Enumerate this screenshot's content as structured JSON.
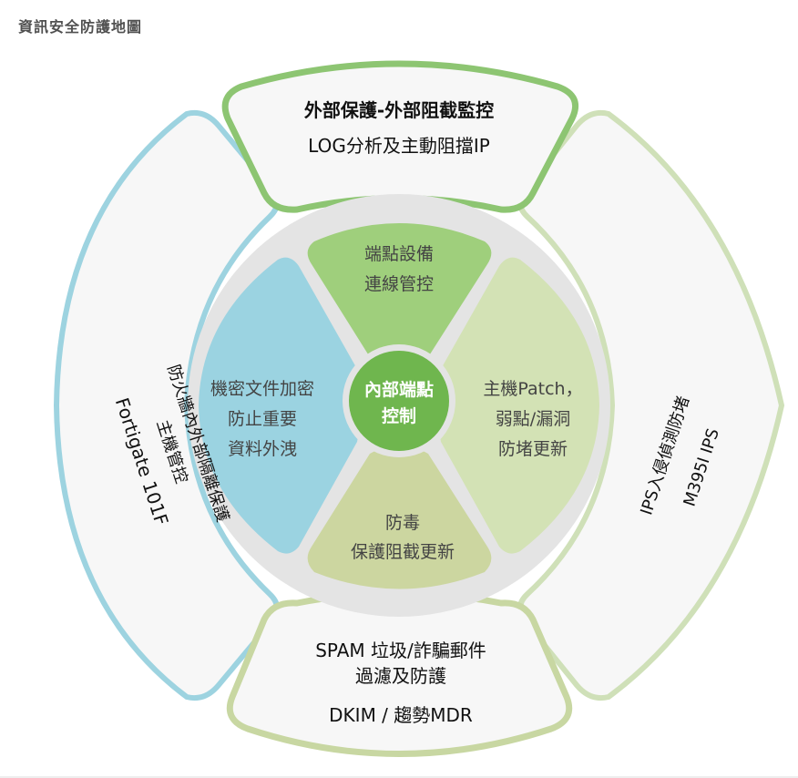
{
  "page": {
    "title": "資訊安全防護地圖"
  },
  "colors": {
    "top_ring": "#8dc572",
    "left_ring": "#9dd3e0",
    "right_ring": "#cfe0b8",
    "bottom_ring": "#c8d7a2",
    "ring_fill": "#f7f7f7",
    "petal_top": "#9fcf7c",
    "petal_left": "#9bd3e1",
    "petal_right": "#d3e2b5",
    "petal_bottom": "#ccd6a0",
    "center": "#6fb64e",
    "gap": "#e4e4e4"
  },
  "outer": {
    "top": {
      "line1": "外部保護-外部阻截監控",
      "line2": "LOG分析及主動阻擋IP"
    },
    "left": {
      "line1": "防火牆內外部隔離保護",
      "line2": "主機管控",
      "line3": "Fortigate 101F"
    },
    "right": {
      "line1": "IPS入侵偵測防堵",
      "line2": "M395I IPS"
    },
    "bottom": {
      "line1": "SPAM 垃圾/詐騙郵件",
      "line2": "過濾及防護",
      "line3": "DKIM / 趨勢MDR"
    }
  },
  "inner": {
    "top": {
      "line1": "端點設備",
      "line2": "連線管控"
    },
    "left": {
      "line1": "機密文件加密",
      "line2": "防止重要",
      "line3": "資料外洩"
    },
    "right": {
      "line1": "主機Patch，",
      "line2": "弱點/漏洞",
      "line3": "防堵更新"
    },
    "bottom": {
      "line1": "防毒",
      "line2": "保護阻截更新"
    }
  },
  "center": {
    "line1": "內部端點",
    "line2": "控制"
  }
}
